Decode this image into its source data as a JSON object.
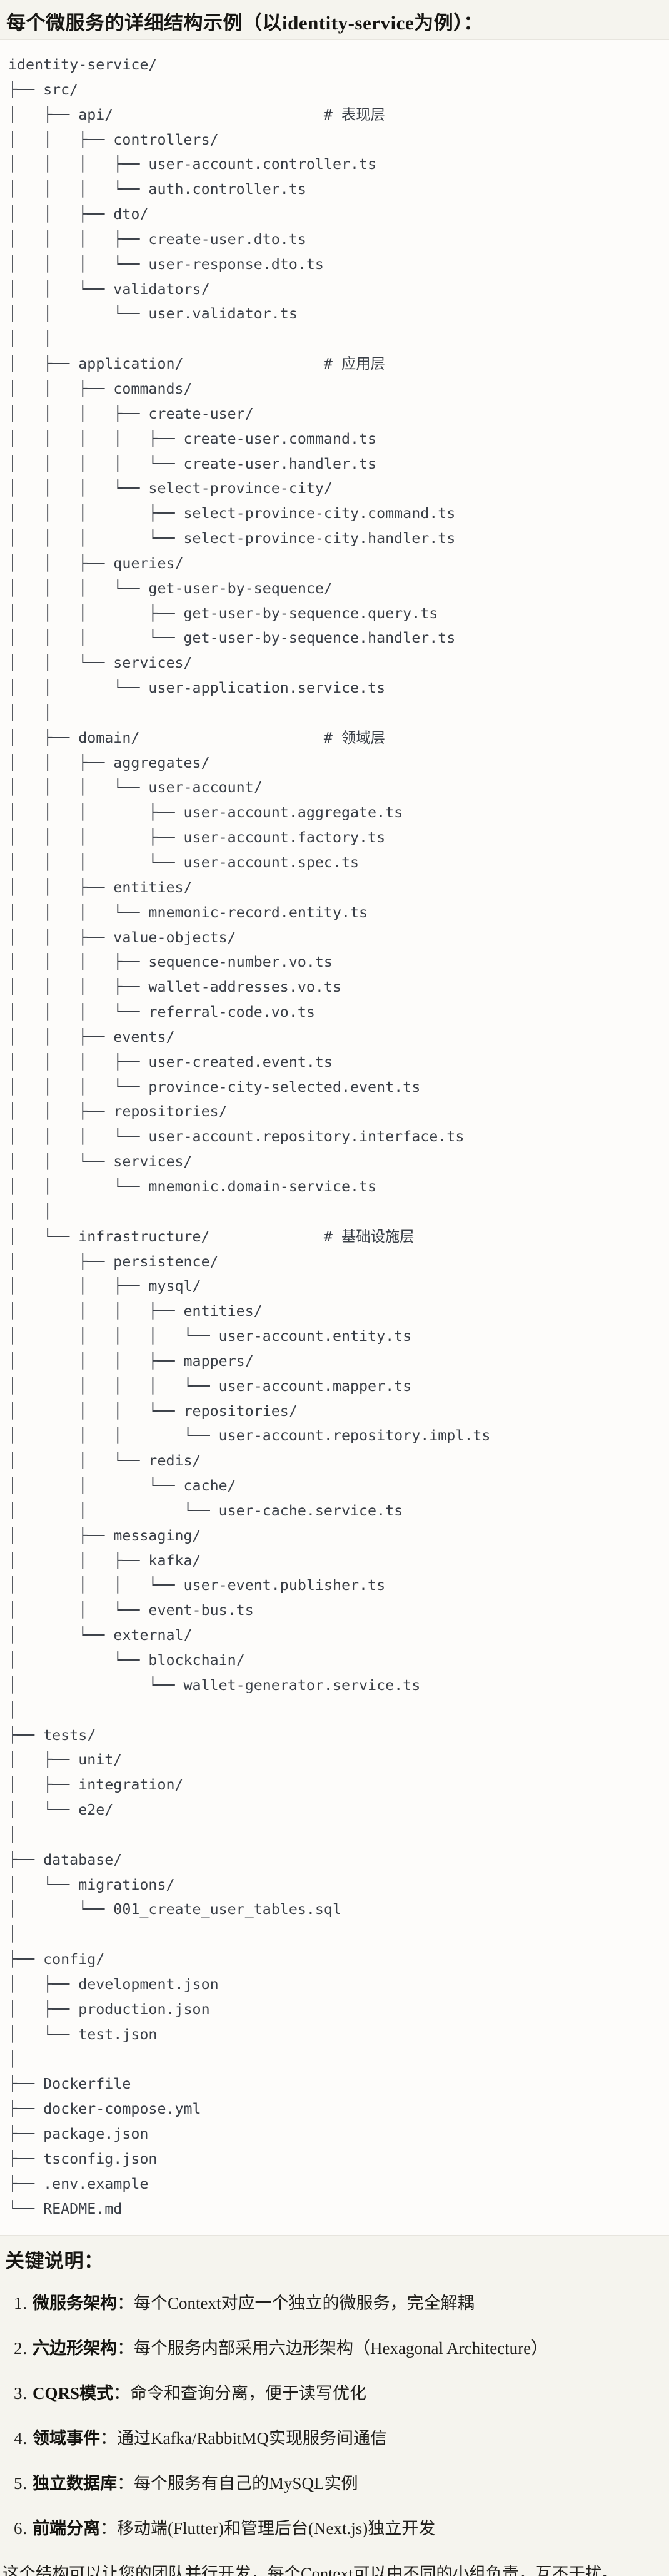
{
  "header": {
    "title": "每个微服务的详细结构示例（以identity-service为例）："
  },
  "code_block": {
    "language": "text",
    "tree_lines": [
      "identity-service/",
      "├── src/",
      "│   ├── api/                        # 表现层",
      "│   │   ├── controllers/",
      "│   │   │   ├── user-account.controller.ts",
      "│   │   │   └── auth.controller.ts",
      "│   │   ├── dto/",
      "│   │   │   ├── create-user.dto.ts",
      "│   │   │   └── user-response.dto.ts",
      "│   │   └── validators/",
      "│   │       └── user.validator.ts",
      "│   │",
      "│   ├── application/                # 应用层",
      "│   │   ├── commands/",
      "│   │   │   ├── create-user/",
      "│   │   │   │   ├── create-user.command.ts",
      "│   │   │   │   └── create-user.handler.ts",
      "│   │   │   └── select-province-city/",
      "│   │   │       ├── select-province-city.command.ts",
      "│   │   │       └── select-province-city.handler.ts",
      "│   │   ├── queries/",
      "│   │   │   └── get-user-by-sequence/",
      "│   │   │       ├── get-user-by-sequence.query.ts",
      "│   │   │       └── get-user-by-sequence.handler.ts",
      "│   │   └── services/",
      "│   │       └── user-application.service.ts",
      "│   │",
      "│   ├── domain/                     # 领域层",
      "│   │   ├── aggregates/",
      "│   │   │   └── user-account/",
      "│   │   │       ├── user-account.aggregate.ts",
      "│   │   │       ├── user-account.factory.ts",
      "│   │   │       └── user-account.spec.ts",
      "│   │   ├── entities/",
      "│   │   │   └── mnemonic-record.entity.ts",
      "│   │   ├── value-objects/",
      "│   │   │   ├── sequence-number.vo.ts",
      "│   │   │   ├── wallet-addresses.vo.ts",
      "│   │   │   └── referral-code.vo.ts",
      "│   │   ├── events/",
      "│   │   │   ├── user-created.event.ts",
      "│   │   │   └── province-city-selected.event.ts",
      "│   │   ├── repositories/",
      "│   │   │   └── user-account.repository.interface.ts",
      "│   │   └── services/",
      "│   │       └── mnemonic.domain-service.ts",
      "│   │",
      "│   └── infrastructure/             # 基础设施层",
      "│       ├── persistence/",
      "│       │   ├── mysql/",
      "│       │   │   ├── entities/",
      "│       │   │   │   └── user-account.entity.ts",
      "│       │   │   ├── mappers/",
      "│       │   │   │   └── user-account.mapper.ts",
      "│       │   │   └── repositories/",
      "│       │   │       └── user-account.repository.impl.ts",
      "│       │   └── redis/",
      "│       │       └── cache/",
      "│       │           └── user-cache.service.ts",
      "│       ├── messaging/",
      "│       │   ├── kafka/",
      "│       │   │   └── user-event.publisher.ts",
      "│       │   └── event-bus.ts",
      "│       └── external/",
      "│           └── blockchain/",
      "│               └── wallet-generator.service.ts",
      "│",
      "├── tests/",
      "│   ├── unit/",
      "│   ├── integration/",
      "│   └── e2e/",
      "│",
      "├── database/",
      "│   └── migrations/",
      "│       └── 001_create_user_tables.sql",
      "│",
      "├── config/",
      "│   ├── development.json",
      "│   ├── production.json",
      "│   └── test.json",
      "│",
      "├── Dockerfile",
      "├── docker-compose.yml",
      "├── package.json",
      "├── tsconfig.json",
      "├── .env.example",
      "└── README.md"
    ]
  },
  "notes": {
    "heading": "关键说明：",
    "items": [
      {
        "num": "1.",
        "label": "微服务架构",
        "colon": "：",
        "text": "每个Context对应一个独立的微服务，完全解耦"
      },
      {
        "num": "2.",
        "label": "六边形架构",
        "colon": "：",
        "text": "每个服务内部采用六边形架构（Hexagonal Architecture）"
      },
      {
        "num": "3.",
        "label": "CQRS模式",
        "colon": "：",
        "text": "命令和查询分离，便于读写优化"
      },
      {
        "num": "4.",
        "label": "领域事件",
        "colon": "：",
        "text": "通过Kafka/RabbitMQ实现服务间通信"
      },
      {
        "num": "5.",
        "label": "独立数据库",
        "colon": "：",
        "text": "每个服务有自己的MySQL实例"
      },
      {
        "num": "6.",
        "label": "前端分离",
        "colon": "：",
        "text": "移动端(Flutter)和管理后台(Next.js)独立开发"
      }
    ],
    "closing": "这个结构可以让您的团队并行开发，每个Context可以由不同的小组负责，互不干扰。"
  },
  "colors": {
    "page_background": "#F5F4EE",
    "code_background": "#FDFCFA",
    "code_border": "#E7E5DE",
    "tree_text": "#3A3F47",
    "heading_text": "#171613",
    "body_text": "#21201D"
  }
}
